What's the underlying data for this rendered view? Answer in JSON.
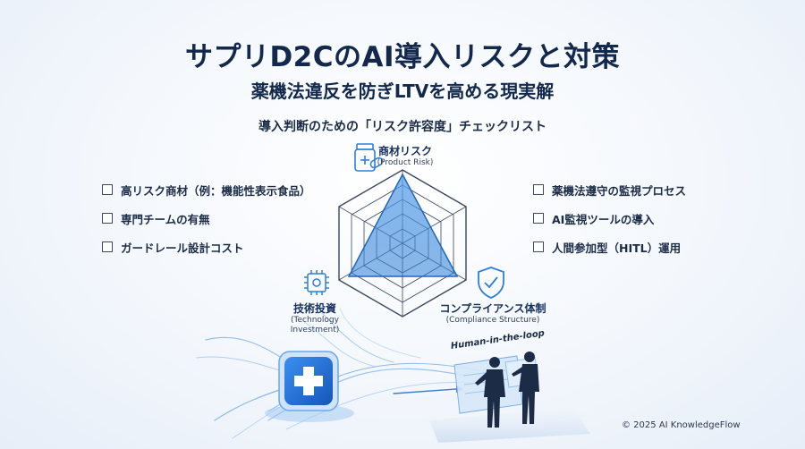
{
  "header": {
    "title": "サプリD2CのAI導入リスクと対策",
    "subtitle": "薬機法違反を防ぎLTVを高める現実解",
    "section_title": "導入判断のための「リスク許容度」チェックリスト"
  },
  "checklist_left": [
    "高リスク商材（例：機能性表示食品）",
    "専門チームの有無",
    "ガードレール設計コスト"
  ],
  "checklist_right": [
    "薬機法遵守の監視プロセス",
    "AI監視ツールの導入",
    "人間参加型（HITL）運用"
  ],
  "radar": {
    "axes": [
      {
        "ja": "商材リスク",
        "en": "(Product Risk)",
        "icon": "medicine-bottle-icon"
      },
      {
        "ja": "コンプライアンス体制",
        "en": "(Compliance Structure)",
        "icon": "shield-check-icon"
      },
      {
        "ja": "技術投資",
        "en_line1": "(Technology",
        "en_line2": "Investment)",
        "icon": "chip-icon"
      }
    ]
  },
  "illustration": {
    "hitl_label": "Human-in-the-loop"
  },
  "footer": {
    "copyright": "© 2025 AI KnowledgeFlow"
  },
  "colors": {
    "accent": "#2f7fd6",
    "title": "#13284d"
  }
}
